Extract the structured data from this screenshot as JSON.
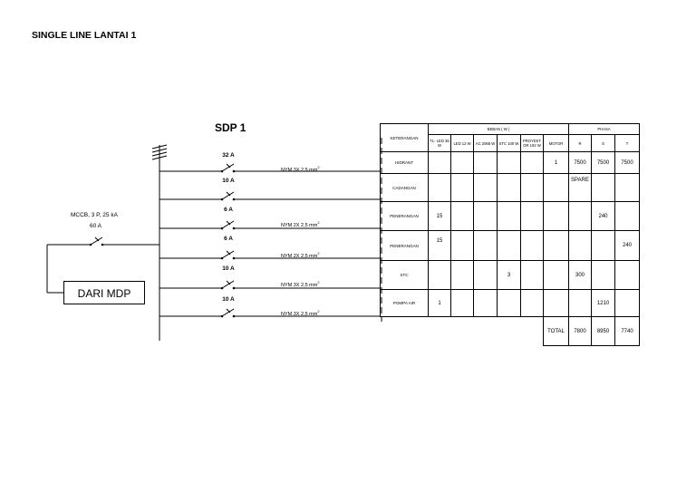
{
  "page_title": "SINGLE LINE LANTAI 1",
  "panel": {
    "title": "SDP 1"
  },
  "incoming": {
    "mccb_text": "MCCB, 3 P, 25 kA",
    "mccb_rating": "60 A",
    "source_label": "DARI MDP"
  },
  "circuits": [
    {
      "rating": "32 A",
      "cable": "NYM 3X 2,5 mm",
      "cable_sup": "2"
    },
    {
      "rating": "10 A",
      "cable": "",
      "cable_sup": ""
    },
    {
      "rating": "6 A",
      "cable": "NYM 2X 2,5 mm",
      "cable_sup": "2"
    },
    {
      "rating": "6 A",
      "cable": "NYM 2X 2,5 mm",
      "cable_sup": "2"
    },
    {
      "rating": "10 A",
      "cable": "NYM 3X 2,5 mm",
      "cable_sup": "2"
    },
    {
      "rating": "10 A",
      "cable": "NYM 3X 2,5 mm",
      "cable_sup": "2"
    }
  ],
  "table": {
    "headers": {
      "keterangan": "KETERANGAN",
      "beban": "BEBAN ( W )",
      "phasa": "PHASA",
      "tl_led": "TL- LED 36 W",
      "led": "LED 12 W",
      "ac": "AC 2068 W",
      "stc": "STC 100 W",
      "proyektor": "PROYEKT OR 192 W",
      "motor": "MOTOR",
      "r": "R",
      "s": "S",
      "t": "T"
    },
    "rows": [
      {
        "keterangan": "HIDRANT",
        "tl_led": "",
        "led": "",
        "ac": "",
        "stc": "",
        "proyektor": "",
        "motor": "1",
        "r": "7500",
        "s": "7500",
        "t": "7500"
      },
      {
        "keterangan": "CADANGAN",
        "tl_led": "",
        "led": "",
        "ac": "",
        "stc": "",
        "proyektor": "",
        "motor": "",
        "r": "SPARE",
        "s": "",
        "t": ""
      },
      {
        "keterangan": "PENERANGAN",
        "tl_led": "15",
        "led": "",
        "ac": "",
        "stc": "",
        "proyektor": "",
        "motor": "",
        "r": "",
        "s": "240",
        "t": ""
      },
      {
        "keterangan": "PENERANGAN",
        "tl_led": "15",
        "led": "",
        "ac": "",
        "stc": "",
        "proyektor": "",
        "motor": "",
        "r": "",
        "s": "",
        "t": "240"
      },
      {
        "keterangan": "STC",
        "tl_led": "",
        "led": "",
        "ac": "",
        "stc": "3",
        "proyektor": "",
        "motor": "",
        "r": "300",
        "s": "",
        "t": ""
      },
      {
        "keterangan": "POMPA AIR",
        "tl_led": "1",
        "led": "",
        "ac": "",
        "stc": "",
        "proyektor": "",
        "motor": "",
        "r": "",
        "s": "1210",
        "t": ""
      }
    ],
    "total": {
      "label": "TOTAL",
      "r": "7800",
      "s": "8950",
      "t": "7740"
    }
  }
}
